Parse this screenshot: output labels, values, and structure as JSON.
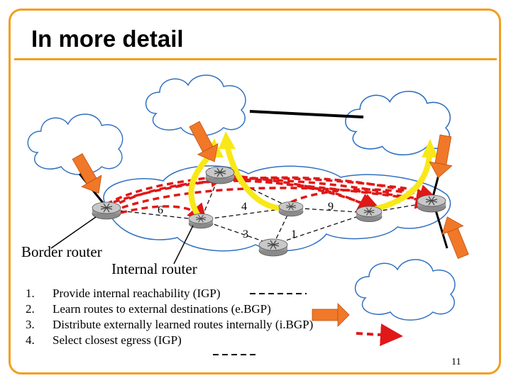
{
  "title": "In more detail",
  "node_labels": {
    "n6": "6",
    "n4": "4",
    "n9": "9",
    "n3": "3",
    "n1": "1"
  },
  "callouts": {
    "border_router": "Border router",
    "internal_router": "Internal router"
  },
  "steps": [
    {
      "num": "1.",
      "text": "Provide internal reachability (IGP)",
      "legend": "dashed-black-line"
    },
    {
      "num": "2.",
      "text": "Learn routes to external destinations (e.BGP)",
      "legend": "orange-arrow"
    },
    {
      "num": "3.",
      "text": "Distribute externally learned routes internally (i.BGP)",
      "legend": "dashed-red-arrow"
    },
    {
      "num": "4.",
      "text": "Select closest egress (IGP)",
      "legend": "dashed-black-line"
    }
  ],
  "slide_number": "11",
  "colors": {
    "frame": "#f0a020",
    "cloud_fill": "#ffffff",
    "cloud_stroke": "#3070c0",
    "ebgp_arrow": "#f07828",
    "ibgp_line": "#e01818",
    "egress_path": "#f8e818",
    "router": "#a8a8a8"
  }
}
